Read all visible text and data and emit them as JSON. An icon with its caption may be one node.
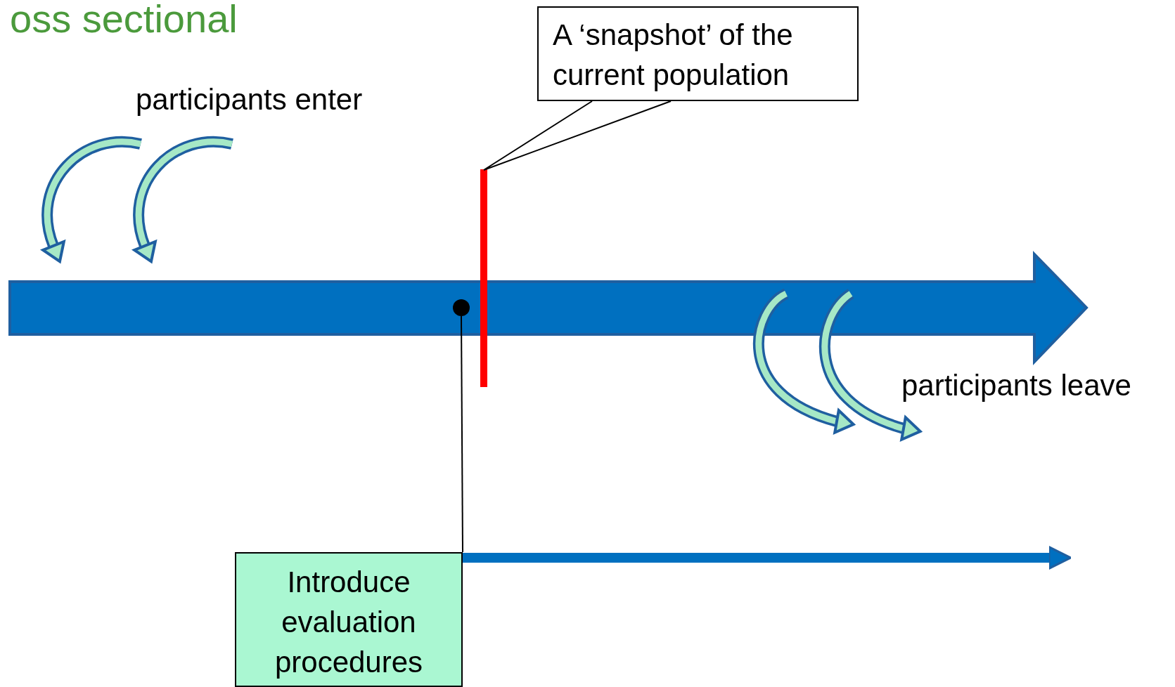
{
  "diagram": {
    "title": "oss sectional",
    "nodes": [
      {
        "text": [
          "A ‘snapshot’ of the current population"
        ]
      },
      {
        "text": [],
        "shape": "bar"
      },
      {
        "text": [
          "Introduce evaluation procedures"
        ]
      },
      {
        "text": [],
        "shape": "circle"
      }
    ],
    "edges": [
      {
        "from": 0,
        "to": 1,
        "arrow": "none"
      },
      {
        "from": 3,
        "to": 2,
        "arrow": "none"
      },
      {
        "from": 2,
        "to": null,
        "arrow": "to",
        "style": "thick",
        "color": "#0070c0"
      }
    ],
    "labels": [
      "participants enter",
      "participants leave"
    ]
  }
}
